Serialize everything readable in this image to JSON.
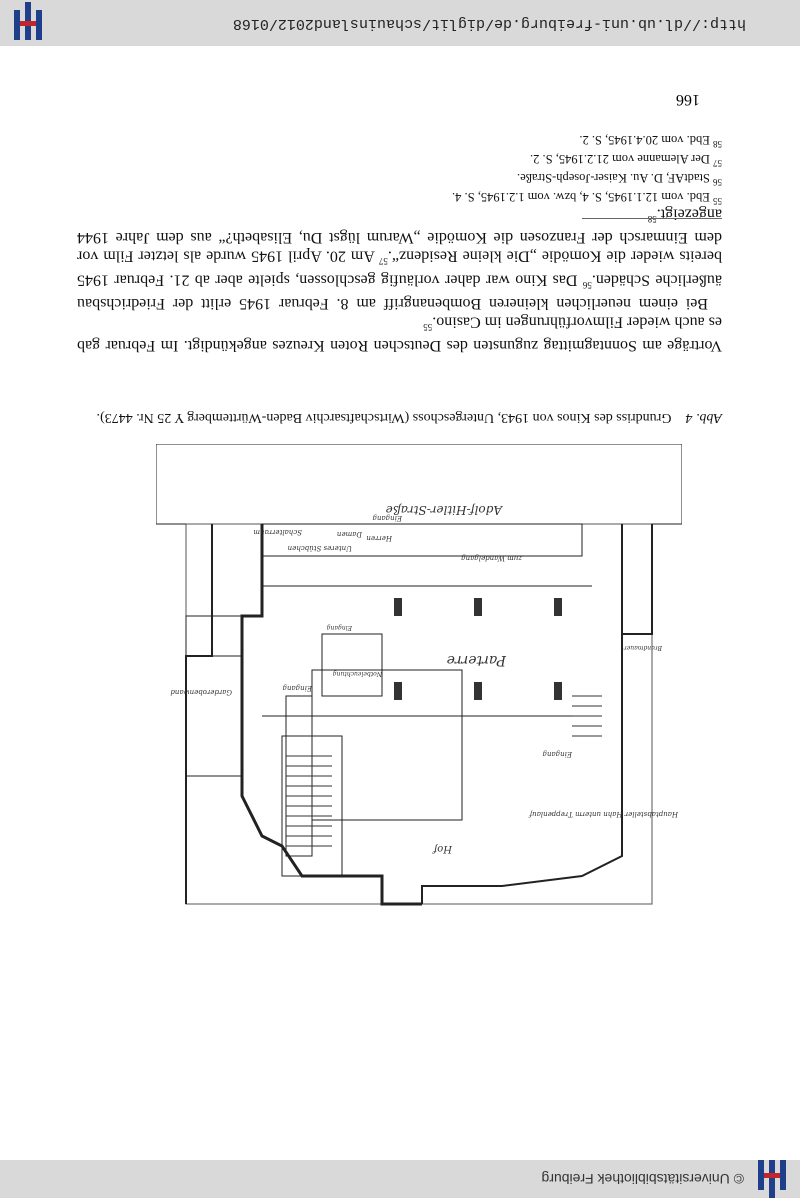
{
  "viewer": {
    "url": "http://dl.ub.uni-freiburg.de/diglit/schauinsland2012/0168",
    "copyright": "© Universitätsbibliothek Freiburg"
  },
  "page_number": "166",
  "paragraphs": {
    "p1": "Vorträge am Sonntagmittag zugunsten des Deutschen Roten Kreuzes angekündigt. Im Februar gab es auch wieder Filmvorführungen im Casino.",
    "p1_note": "55",
    "p2a": "Bei einem neuerlichen kleineren Bombenangriff am 8. Februar 1945 erlitt der Friedrichsbau äußerliche Schäden.",
    "p2a_note": "56",
    "p2b": " Das Kino war daher vorläufig geschlossen, spielte aber ab 21. Februar 1945 bereits wieder die Komödie „Die kleine Residenz“.",
    "p2b_note": "57",
    "p2c": " Am 20. April 1945 wurde als letzter Film vor dem Einmarsch der Franzosen die Komödie „Warum lügst Du, Elisabeth?“ aus dem Jahre 1944 angezeigt.",
    "p2c_note": "58"
  },
  "caption": {
    "label": "Abb. 4",
    "text": "Grundriss des Kinos von 1943, Untergeschoss (Wirtschaftsarchiv Baden-Württemberg Y 25 Nr. 4473)."
  },
  "footnotes": [
    {
      "num": "55",
      "text": "Ebd. vom 12.1.1945, S. 4, bzw. vom 1.2.1945, S. 4."
    },
    {
      "num": "56",
      "text": "StadtAF, D. Au. Kaiser-Joseph-Straße."
    },
    {
      "num": "57",
      "text": "Der Alemanne vom 21.2.1945, S. 2."
    },
    {
      "num": "58",
      "text": "Ebd. vom 20.4.1945, S. 2."
    }
  ],
  "plan_labels": {
    "street": "Adolf-Hitler-Straße",
    "parterre": "Parterre",
    "hof": "Hof",
    "eingang1": "Eingang",
    "eingang2": "Eingang",
    "eingang3": "Eingang",
    "eingang4": "Eingang",
    "schalter": "Schalterraum",
    "damen": "Damen",
    "herren": "Herren",
    "unteres": "Unteres Stübchen",
    "haupt": "Hauptabsteller Hahn unterm Treppenlauf",
    "wand": "Garderobenwand",
    "zum": "zum Wandelgang",
    "bauteil": "Brandmauer",
    "notbeleucht": "Notbeleuchtung"
  }
}
